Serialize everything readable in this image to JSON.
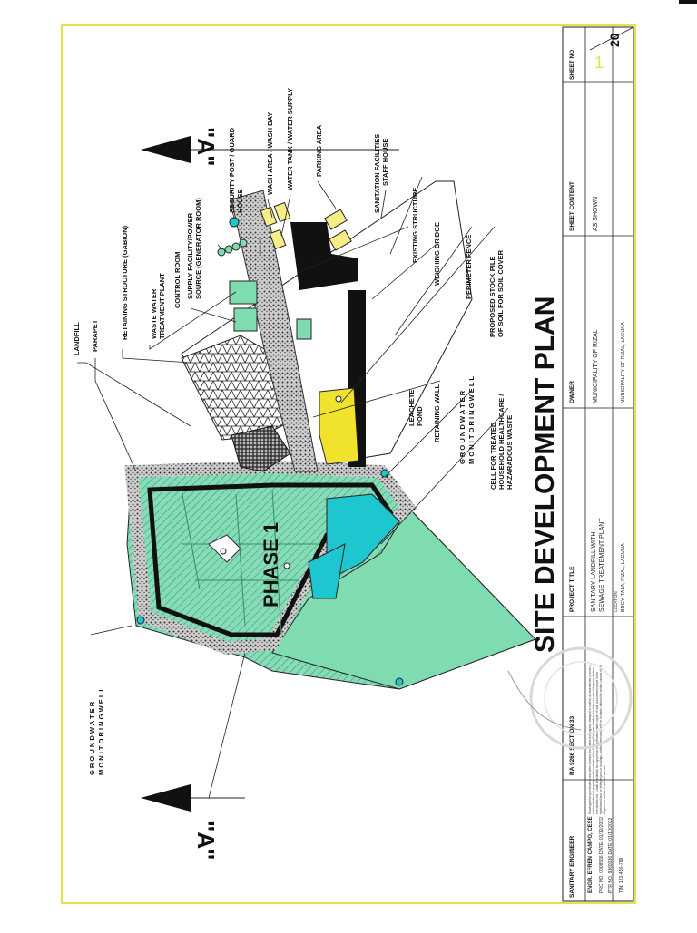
{
  "title": "SITE DEVELOPMENT PLAN",
  "phase_label": "PHASE 1",
  "section_markers": [
    "\"A\"",
    "\"A\""
  ],
  "labels": {
    "landfill": "LANDFILL",
    "parapet": "PARAPET",
    "retaining_structure": "RETAINING STRUCTURE (GABION)",
    "wwtp_1": "WASTE WATER",
    "wwtp_2": "TREATMENT PLANT",
    "control_room": "CONTROL ROOM",
    "supply_1": "SUPPLY FACILITY/POWER",
    "supply_2": "SOURCE (GENERATOR ROOM)",
    "security_1": "SECURITY POST / GUARD",
    "security_2": "HOUSE",
    "wash_area": "WASH AREA / WASH BAY",
    "water_tank": "WATER TANK / WATER SUPPLY",
    "parking": "PARKING AREA",
    "sanitation": "SANITATION FACILITIES",
    "staff_house": "STAFF HOUSE",
    "existing_structure": "EXISTING STRUCTURE",
    "weighing_bridge": "WEIGHING BRIDGE",
    "perimeter_fence": "PERIMETER FENCE",
    "stockpile_1": "PROPOSED STOCK PILE",
    "stockpile_2": "OF SOIL FOR SOIL COVER",
    "leachete_1": "LEACHETE",
    "leachete_2": "POND",
    "retaining_wall": "RETAINING WALL",
    "gw_top_1": "G R O U N D  W A T E R",
    "gw_top_2": "M O N I T O R I N G  W E L L",
    "cell_1": "CELL FOR TREATED",
    "cell_2": "HOUSEHOLD HEALTHCARE /",
    "cell_3": "HAZARADOUS WASTE",
    "gw_left_1": "G R O U N D  W A T E R",
    "gw_left_2": "M O N I T O R I N G  W E L L",
    "wash_bay_small": "WASH BAY"
  },
  "title_block": {
    "engineer_header": "SANITARY ENGINEER",
    "engineer_name": "ENGR. EFREN CAMPO, CESE",
    "engineer_row2": "PRC NO. 0008566   DATE: 01/10/2022",
    "engineer_row3": "PTR NO. 9369336   DATE: 01/10/2022",
    "engineer_row4": "TIN: 123-456-789",
    "ra": "RA 9266 SECTION 33",
    "notice": "Drawings and specifications and other contract documents duly signed, stamped or sealed, as instruments of service, are the intellectual property and documents of the Sanitary Engineer, whether the object for which they are made is executed or not. It shall be unlawful for any person to duplicate or make copies of said documents for use in the repetition of and for other projects or buildings, whether executed partly or in whole, without the written consent of the Engineer or author of said documents.",
    "project_title_header": "PROJECT TITLE",
    "project_title_1": "SANITARY LANDFILL  WITH",
    "project_title_2": "SEWAGE TREATEMENT PLANT",
    "location_tag": "LOCATION",
    "location": "BRGY. TALA, RIZAL, LAGUNA",
    "owner_header": "OWNER",
    "owner": "MUNICIPALITY OF RIZAL",
    "owner_location": "MUNICIPALITY OF RIZAL, LAGUNA",
    "sheet_content_header": "SHEET CONTENT",
    "sheet_content": "AS SHOWN",
    "sheet_no_header": "SHEET NO",
    "sheet_no": "1",
    "sheet_total": "20"
  },
  "colors": {
    "border": "#e6e24a",
    "landfill_green": "#7ed9b0",
    "light_green": "#9be3c0",
    "cyan": "#1ec6d0",
    "yellow": "#f1e32b",
    "black": "#111111",
    "hatch_dark": "#3a3a3a"
  }
}
